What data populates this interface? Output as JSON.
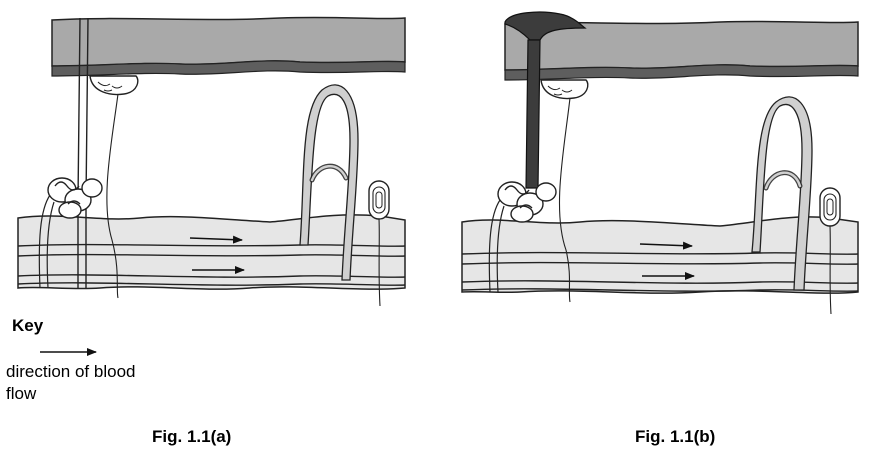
{
  "key": {
    "title": "Key",
    "description": "direction of blood flow"
  },
  "captions": {
    "fig_a": "Fig. 1.1(a)",
    "fig_b": "Fig. 1.1(b)"
  },
  "colors": {
    "epidermis": "#a9a9a9",
    "basal_layer": "#5e5e5e",
    "dermis_fat": "#e6e6e6",
    "vessel_fill": "#d0d0d0",
    "duct_b": "#3c3c3c",
    "outline": "#111111"
  }
}
